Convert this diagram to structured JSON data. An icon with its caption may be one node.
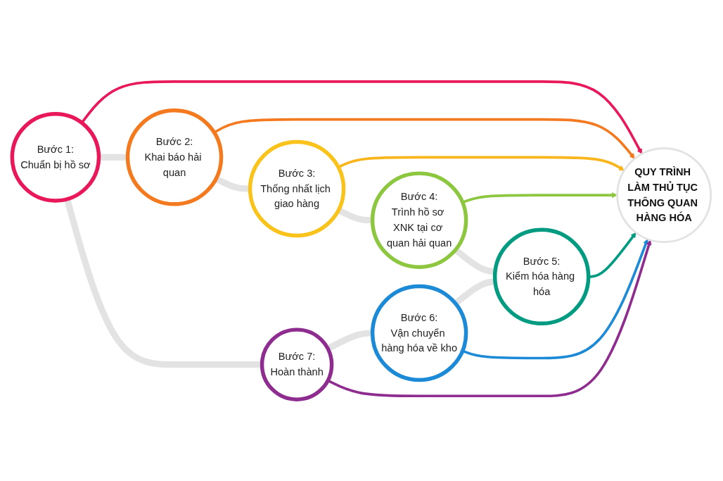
{
  "diagram": {
    "nodes": [
      {
        "text": [
          "QUY TRÌNH LÀM THỦ TỤC THÔNG QUAN HÀNG HÓA"
        ]
      },
      {
        "text": [
          "Bước 1:",
          "Chuẩn bị hồ sơ"
        ]
      },
      {
        "text": [
          "Bước 2:",
          "Khai báo hải quan"
        ]
      },
      {
        "text": [
          "Bước 3:",
          "Thống nhất lịch giao hàng"
        ]
      },
      {
        "text": [
          "Bước 4:",
          "Trình hồ sơ XNK tại cơ quan hải quan"
        ]
      },
      {
        "text": [
          "Bước 5:",
          "Kiểm hóa hàng hóa"
        ]
      },
      {
        "text": [
          "Bước 6:",
          "Vận chuyển hàng hóa về kho"
        ]
      },
      {
        "text": [
          "Bước 7:",
          "Hoàn thành"
        ]
      }
    ],
    "edges": [
      {
        "from": 1,
        "to": 0,
        "arrow": "to",
        "color": "#e8185a"
      },
      {
        "from": 2,
        "to": 0,
        "arrow": "to",
        "color": "#f47a20"
      },
      {
        "from": 3,
        "to": 0,
        "arrow": "to",
        "color": "#f9b51c"
      },
      {
        "from": 4,
        "to": 0,
        "arrow": "to",
        "color": "#8dc63f"
      },
      {
        "from": 5,
        "to": 0,
        "arrow": "to",
        "color": "#009b80"
      },
      {
        "from": 6,
        "to": 0,
        "arrow": "to",
        "color": "#1c8ad6"
      },
      {
        "from": 7,
        "to": 0,
        "arrow": "to",
        "color": "#8e2d8f"
      },
      {
        "from": 1,
        "to": 2,
        "arrow": "none",
        "style": "thick",
        "color": "#e3e3e3"
      },
      {
        "from": 2,
        "to": 3,
        "arrow": "none",
        "style": "thick",
        "color": "#e3e3e3"
      },
      {
        "from": 3,
        "to": 4,
        "arrow": "none",
        "style": "thick",
        "color": "#e3e3e3"
      },
      {
        "from": 4,
        "to": 5,
        "arrow": "none",
        "style": "thick",
        "color": "#e3e3e3"
      },
      {
        "from": 6,
        "to": 5,
        "arrow": "none",
        "style": "thick",
        "color": "#e3e3e3"
      },
      {
        "from": 7,
        "to": 6,
        "arrow": "none",
        "style": "thick",
        "color": "#e3e3e3"
      },
      {
        "from": 1,
        "to": 7,
        "arrow": "none",
        "style": "thick",
        "color": "#e3e3e3"
      }
    ]
  }
}
